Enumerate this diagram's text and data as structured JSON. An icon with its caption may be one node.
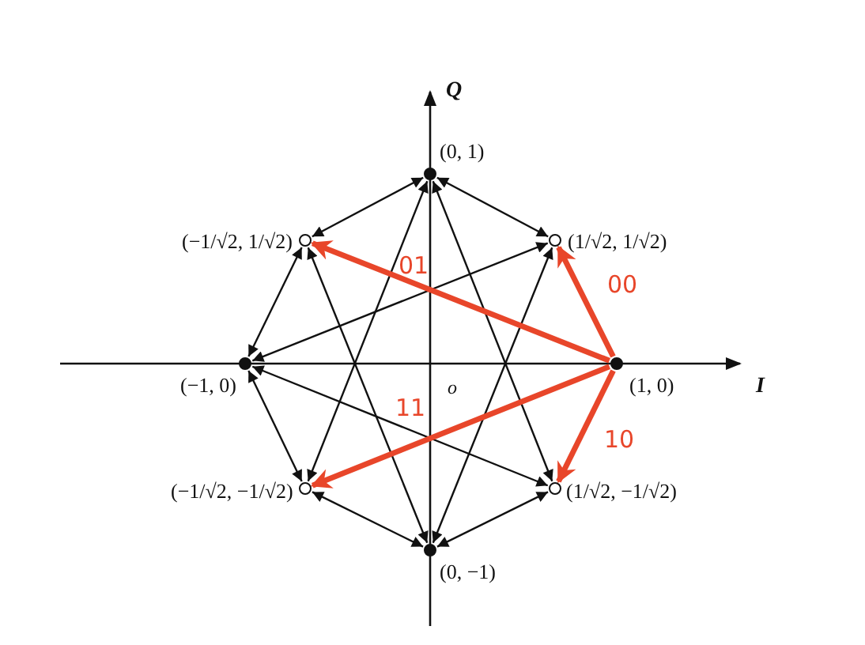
{
  "diagram": {
    "nodes": [
      {
        "text": [],
        "shape": "dot",
        "beside": [
          "(0, 1)"
        ]
      },
      {
        "text": [],
        "shape": "circle",
        "beside": [
          "(−1/√2, 1/√2)"
        ]
      },
      {
        "text": [],
        "shape": "circle",
        "beside": [
          "(1/√2, 1/√2)"
        ]
      },
      {
        "text": [],
        "shape": "dot",
        "beside": [
          "(−1, 0)"
        ]
      },
      {
        "text": [],
        "shape": "dot",
        "beside": [
          "(1, 0)"
        ]
      },
      {
        "text": [],
        "shape": "circle",
        "beside": [
          "(−1/√2, −1/√2)"
        ]
      },
      {
        "text": [],
        "shape": "circle",
        "beside": [
          "(1/√2, −1/√2)"
        ]
      },
      {
        "text": [],
        "shape": "dot",
        "beside": [
          "(0, −1)"
        ]
      }
    ],
    "edges": [
      {
        "from": 0,
        "to": 1,
        "arrow": "both"
      },
      {
        "from": 0,
        "to": 2,
        "arrow": "both"
      },
      {
        "from": 0,
        "to": 5,
        "arrow": "both"
      },
      {
        "from": 0,
        "to": 6,
        "arrow": "both"
      },
      {
        "from": 3,
        "to": 1,
        "arrow": "both"
      },
      {
        "from": 3,
        "to": 2,
        "arrow": "both"
      },
      {
        "from": 3,
        "to": 5,
        "arrow": "both"
      },
      {
        "from": 3,
        "to": 6,
        "arrow": "both"
      },
      {
        "from": 7,
        "to": 1,
        "arrow": "both"
      },
      {
        "from": 7,
        "to": 2,
        "arrow": "both"
      },
      {
        "from": 7,
        "to": 5,
        "arrow": "both"
      },
      {
        "from": 7,
        "to": 6,
        "arrow": "both"
      },
      {
        "from": 4,
        "to": 2,
        "arrow": "to",
        "label": "00",
        "style": "thick",
        "color": "#e8462a"
      },
      {
        "from": 4,
        "to": 1,
        "arrow": "to",
        "label": "01",
        "style": "thick",
        "color": "#e8462a"
      },
      {
        "from": 4,
        "to": 5,
        "arrow": "to",
        "label": "11",
        "style": "thick",
        "color": "#e8462a"
      },
      {
        "from": 4,
        "to": 6,
        "arrow": "to",
        "label": "10",
        "style": "thick",
        "color": "#e8462a"
      }
    ],
    "labels": [
      "Q",
      "I",
      "o"
    ]
  }
}
